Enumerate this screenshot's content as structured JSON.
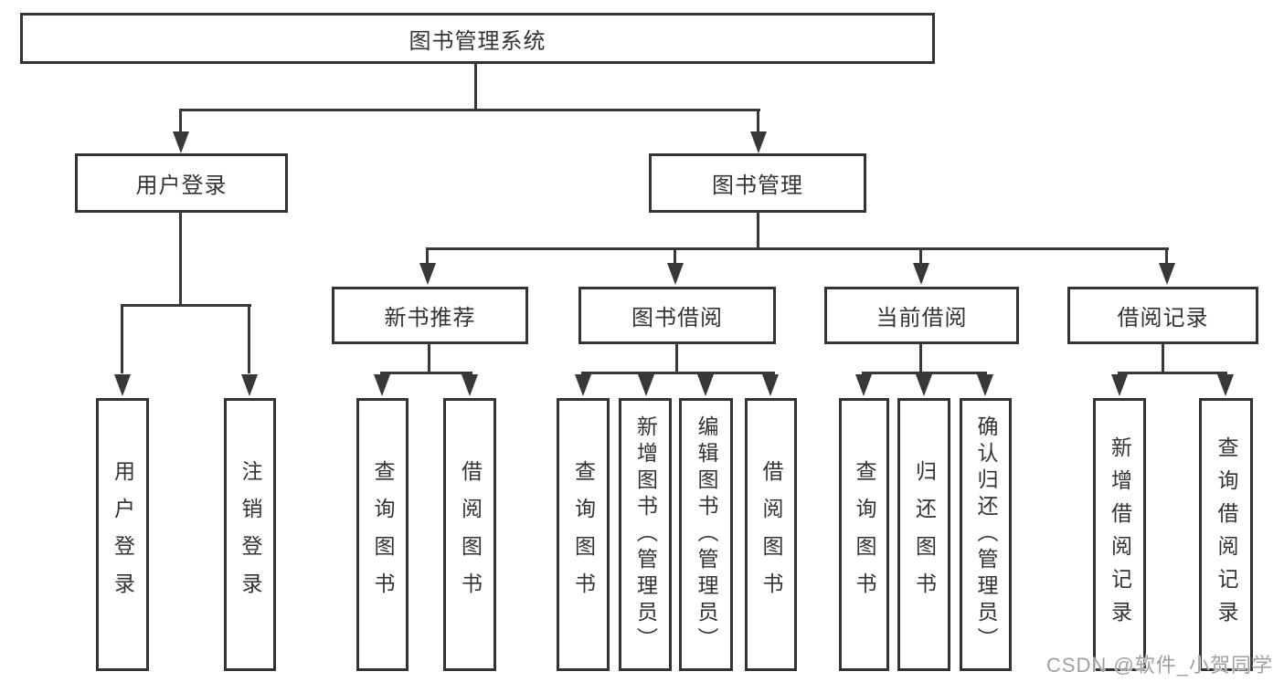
{
  "root": {
    "label": "图书管理系统"
  },
  "login": {
    "label": "用户登录",
    "children": [
      "用户登录",
      "注销登录"
    ]
  },
  "mgmt": {
    "label": "图书管理",
    "sections": [
      {
        "label": "新书推荐",
        "children": [
          "查询图书",
          "借阅图书"
        ]
      },
      {
        "label": "图书借阅",
        "children": [
          "查询图书",
          "新增图书（管理员）",
          "编辑图书（管理员）",
          "借阅图书"
        ]
      },
      {
        "label": "当前借阅",
        "children": [
          "查询图书",
          "归还图书",
          "确认归还（管理员）"
        ]
      },
      {
        "label": "借阅记录",
        "children": [
          "新增借阅记录",
          "查询借阅记录"
        ]
      }
    ]
  },
  "watermark": {
    "text": "CSDN @软件_小贺同学"
  },
  "colors": {
    "line": "#383838",
    "box_border": "#333333",
    "text": "#333333",
    "watermark": "#a0a0a0",
    "background": "#ffffff"
  }
}
